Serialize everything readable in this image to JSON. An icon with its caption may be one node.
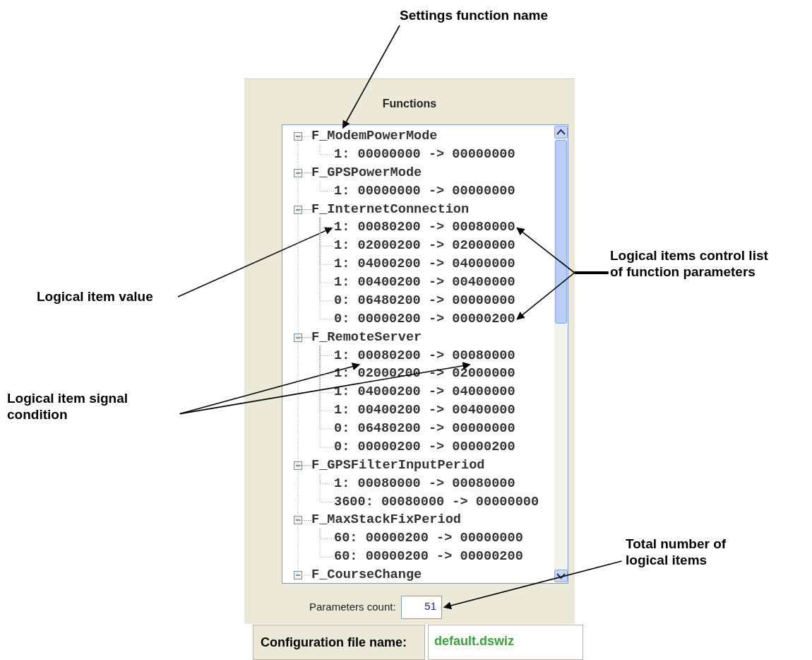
{
  "diagram": {
    "nodes": [
      {
        "text": [
          "Settings function name"
        ]
      },
      {
        "text": [
          "Logical item value"
        ]
      },
      {
        "text": [
          "Logical items control list of function parameters"
        ]
      },
      {
        "text": [
          "Logical item signal condition"
        ]
      },
      {
        "text": [
          "Total number of logical items"
        ]
      },
      {
        "text": [
          "Functions"
        ]
      },
      {
        "text": [],
        "shape": "box",
        "in": 5
      },
      {
        "text": [
          "F_ModemPowerMode"
        ],
        "in": 6
      },
      {
        "text": [
          "1: 00000000 -> 00000000"
        ],
        "in": 6
      },
      {
        "text": [
          "F_GPSPowerMode"
        ],
        "in": 6
      },
      {
        "text": [
          "1: 00000000 -> 00000000"
        ],
        "in": 6
      },
      {
        "text": [
          "F_InternetConnection"
        ],
        "in": 6
      },
      {
        "text": [
          "1: 00080200 -> 00080000"
        ],
        "in": 6
      },
      {
        "text": [
          "1: 02000200 -> 02000000"
        ],
        "in": 6
      },
      {
        "text": [
          "1: 04000200 -> 04000000"
        ],
        "in": 6
      },
      {
        "text": [
          "1: 00400200 -> 00400000"
        ],
        "in": 6
      },
      {
        "text": [
          "0: 06480200 -> 00000000"
        ],
        "in": 6
      },
      {
        "text": [
          "0: 00000200 -> 00000200"
        ],
        "in": 6
      },
      {
        "text": [
          "F_RemoteServer"
        ],
        "in": 6
      },
      {
        "text": [
          "1: 00080200 -> 00080000"
        ],
        "in": 6
      },
      {
        "text": [
          "1: 02000200 -> 02000000"
        ],
        "in": 6
      },
      {
        "text": [
          "1: 04000200 -> 04000000"
        ],
        "in": 6
      },
      {
        "text": [
          "1: 00400200 -> 00400000"
        ],
        "in": 6
      },
      {
        "text": [
          "0: 06480200 -> 00000000"
        ],
        "in": 6
      },
      {
        "text": [
          "0: 00000200 -> 00000200"
        ],
        "in": 6
      },
      {
        "text": [
          "F_GPSFilterInputPeriod"
        ],
        "in": 6
      },
      {
        "text": [
          "1: 00080000 -> 00080000"
        ],
        "in": 6
      },
      {
        "text": [
          "3600: 00080000 -> 00000000"
        ],
        "in": 6
      },
      {
        "text": [
          "F_MaxStackFixPeriod"
        ],
        "in": 6
      },
      {
        "text": [
          "60: 00000200 -> 00000000"
        ],
        "in": 6
      },
      {
        "text": [
          "60: 00000200 -> 00000200"
        ],
        "in": 6
      },
      {
        "text": [
          "F_CourseChange"
        ],
        "in": 6
      },
      {
        "text": [
          "51"
        ],
        "beside": [
          "Parameters count:"
        ],
        "in": 5
      },
      {
        "text": [
          "Configuration file name:"
        ]
      },
      {
        "text": [
          "default.dswiz"
        ]
      }
    ],
    "edges": [
      {
        "from": 0,
        "to": 7,
        "arrow": "to",
        "color": "#000000"
      },
      {
        "from": 1,
        "to": 12,
        "arrow": "to",
        "color": "#000000"
      },
      {
        "from": 2,
        "to": 12,
        "arrow": "to",
        "color": "#000000"
      },
      {
        "from": 2,
        "to": 17,
        "arrow": "to",
        "color": "#000000"
      },
      {
        "from": 3,
        "to": 19,
        "arrow": "to",
        "color": "#000000"
      },
      {
        "from": 3,
        "to": 19,
        "arrow": "to",
        "color": "#000000"
      },
      {
        "from": 4,
        "to": 32,
        "arrow": "to",
        "color": "#000000"
      },
      {
        "from": 7,
        "to": 8,
        "arrow": "none",
        "style": "dashed",
        "color": "#999999"
      },
      {
        "from": 7,
        "to": 9,
        "arrow": "none",
        "style": "dashed",
        "color": "#999999"
      },
      {
        "from": 9,
        "to": 10,
        "arrow": "none",
        "style": "dashed",
        "color": "#999999"
      },
      {
        "from": 9,
        "to": 11,
        "arrow": "none",
        "style": "dashed",
        "color": "#999999"
      },
      {
        "from": 11,
        "to": 12,
        "arrow": "none",
        "style": "dashed",
        "color": "#999999"
      },
      {
        "from": 11,
        "to": 13,
        "arrow": "none",
        "style": "dashed",
        "color": "#999999"
      },
      {
        "from": 11,
        "to": 14,
        "arrow": "none",
        "style": "dashed",
        "color": "#999999"
      },
      {
        "from": 11,
        "to": 15,
        "arrow": "none",
        "style": "dashed",
        "color": "#999999"
      },
      {
        "from": 11,
        "to": 16,
        "arrow": "none",
        "style": "dashed",
        "color": "#999999"
      },
      {
        "from": 11,
        "to": 17,
        "arrow": "none",
        "style": "dashed",
        "color": "#999999"
      },
      {
        "from": 11,
        "to": 18,
        "arrow": "none",
        "style": "dashed",
        "color": "#999999"
      },
      {
        "from": 18,
        "to": 19,
        "arrow": "none",
        "style": "dashed",
        "color": "#999999"
      },
      {
        "from": 18,
        "to": 20,
        "arrow": "none",
        "style": "dashed",
        "color": "#999999"
      },
      {
        "from": 18,
        "to": 21,
        "arrow": "none",
        "style": "dashed",
        "color": "#999999"
      },
      {
        "from": 18,
        "to": 22,
        "arrow": "none",
        "style": "dashed",
        "color": "#999999"
      },
      {
        "from": 18,
        "to": 23,
        "arrow": "none",
        "style": "dashed",
        "color": "#999999"
      },
      {
        "from": 18,
        "to": 24,
        "arrow": "none",
        "style": "dashed",
        "color": "#999999"
      },
      {
        "from": 18,
        "to": 25,
        "arrow": "none",
        "style": "dashed",
        "color": "#999999"
      },
      {
        "from": 25,
        "to": 26,
        "arrow": "none",
        "style": "dashed",
        "color": "#999999"
      },
      {
        "from": 25,
        "to": 27,
        "arrow": "none",
        "style": "dashed",
        "color": "#999999"
      },
      {
        "from": 25,
        "to": 28,
        "arrow": "none",
        "style": "dashed",
        "color": "#999999"
      },
      {
        "from": 28,
        "to": 29,
        "arrow": "none",
        "style": "dashed",
        "color": "#999999"
      },
      {
        "from": 28,
        "to": 30,
        "arrow": "none",
        "style": "dashed",
        "color": "#999999"
      },
      {
        "from": 28,
        "to": 31,
        "arrow": "none",
        "style": "dashed",
        "color": "#999999"
      }
    ]
  }
}
